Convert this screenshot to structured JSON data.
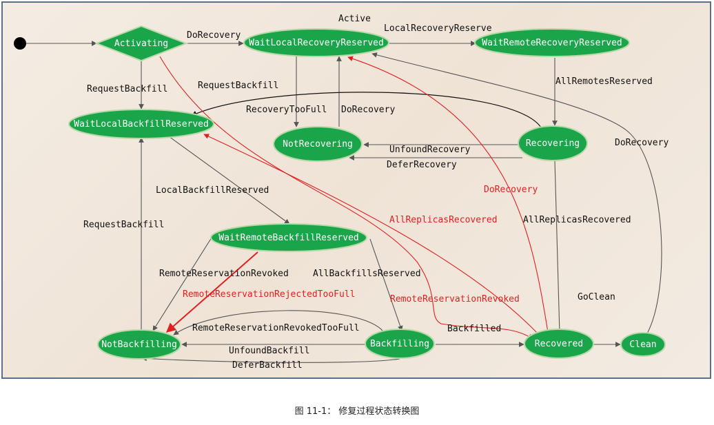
{
  "diagram": {
    "states": {
      "activating": "Activating",
      "wait_local_recovery_reserved": "WaitLocalRecoveryReserved",
      "wait_remote_recovery_reserved": "WaitRemoteRecoveryReserved",
      "wait_local_backfill_reserved": "WaitLocalBackfillReserved",
      "not_recovering": "NotRecovering",
      "recovering": "Recovering",
      "wait_remote_backfill_reserved": "WaitRemoteBackfillReserved",
      "not_backfilling": "NotBackfilling",
      "backfilling": "Backfilling",
      "recovered": "Recovered",
      "clean": "Clean"
    },
    "group_label": "Active",
    "transitions": {
      "do_recovery_1": "DoRecovery",
      "local_recovery_reserve": "LocalRecoveryReserve",
      "all_remotes_reserved": "AllRemotesReserved",
      "request_backfill_1": "RequestBackfill",
      "request_backfill_2": "RequestBackfill",
      "recovery_too_full": "RecoveryTooFull",
      "do_recovery_2": "DoRecovery",
      "unfound_recovery": "UnfoundRecovery",
      "defer_recovery": "DeferRecovery",
      "do_recovery_3": "DoRecovery",
      "do_recovery_red": "DoRecovery",
      "local_backfill_reserved": "LocalBackfillReserved",
      "request_backfill_3": "RequestBackfill",
      "all_replicas_recovered_red": "AllReplicasRecovered",
      "all_replicas_recovered": "AllReplicasRecovered",
      "remote_reservation_revoked": "RemoteReservationRevoked",
      "all_backfills_reserved": "AllBackfillsReserved",
      "remote_reservation_rejected_too_full": "RemoteReservationRejectedTooFull",
      "remote_reservation_revoked_red": "RemoteReservationRevoked",
      "go_clean": "GoClean",
      "remote_reservation_revoked_too_full": "RemoteReservationRevokedTooFull",
      "backfilled": "Backfilled",
      "unfound_backfill": "UnfoundBackfill",
      "defer_backfill": "DeferBackfill"
    },
    "colors": {
      "node_fill": "#1aa54a",
      "node_stroke": "#b7d9a8",
      "edge": "#555555",
      "edge_red": "#e02020"
    }
  },
  "caption": {
    "figure_number": "图 11-1：",
    "title": "修复过程状态转换图"
  }
}
